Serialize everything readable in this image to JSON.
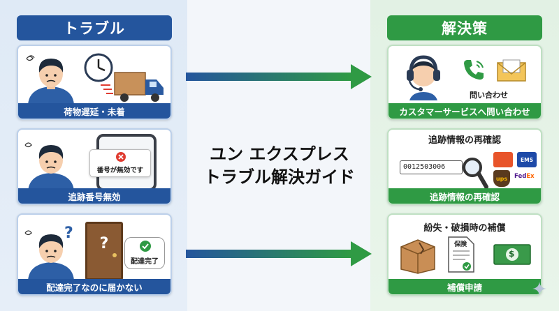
{
  "left": {
    "header": "トラブル",
    "cards": [
      {
        "label": "荷物遅延・未着"
      },
      {
        "label": "追跡番号無効",
        "popup": "番号が無効です"
      },
      {
        "label": "配達完了なのに届かない",
        "bubble": "配達完了",
        "door_mark": "?",
        "head_mark": "?"
      }
    ]
  },
  "center": {
    "title_line1": "ユン エクスプレス",
    "title_line2": "トラブル解決ガイド"
  },
  "right": {
    "header": "解決策",
    "cards": [
      {
        "label": "カスタマーサービスへ問い合わせ",
        "inner": "問い合わせ"
      },
      {
        "label": "追跡情報の再確認",
        "heading": "追跡情報の再確認",
        "tracking_number": "0012503006",
        "carriers": [
          "EMS",
          "ups",
          "FedEx"
        ],
        "fedex_parts": [
          "Fed",
          "Ex"
        ]
      },
      {
        "label": "補償申請",
        "heading": "紛失・破損時の補償",
        "doc": "保険",
        "bill_symbol": "$"
      }
    ]
  },
  "colors": {
    "blue": "#24559d",
    "green": "#2f9a44",
    "red": "#e03c31"
  },
  "icons": [
    "clock-icon",
    "truck-icon",
    "phone-icon",
    "headset-icon",
    "mail-icon",
    "search-icon",
    "box-icon",
    "document-icon",
    "money-icon",
    "check-icon",
    "x-icon"
  ]
}
